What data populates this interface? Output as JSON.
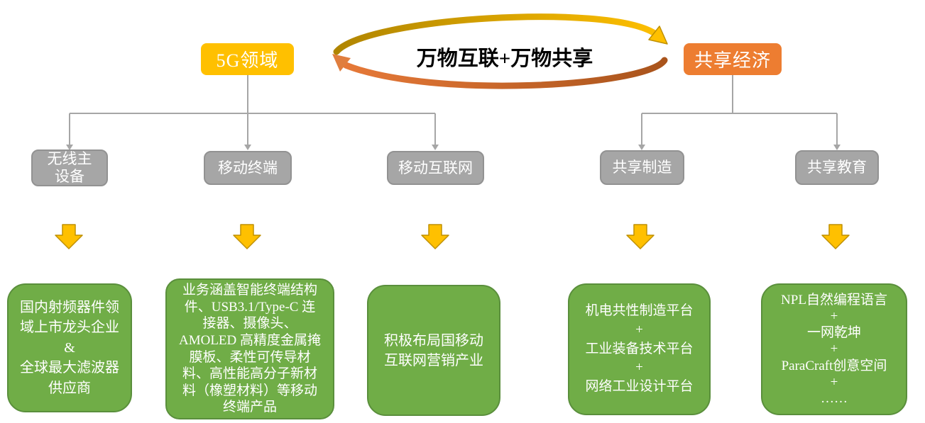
{
  "cycle": {
    "title": "万物互联+万物共享"
  },
  "colors": {
    "gold": "#FFC000",
    "gold_dark": "#BF9000",
    "orange": "#ED7D31",
    "orange_dark": "#A9541C",
    "gray": "#A6A6A6",
    "green": "#70AD47",
    "green_border": "#5A8F3C"
  },
  "branches": [
    {
      "root": "5G领域",
      "children": [
        {
          "label": "无线主\n设备",
          "detail": "国内射频器件领域上市龙头企业\n&\n全球最大滤波器供应商"
        },
        {
          "label": "移动终端",
          "detail": "业务涵盖智能终端结构件、USB3.1/Type-C 连接器、摄像头、AMOLED 高精度金属掩膜板、柔性可传导材料、高性能高分子新材料（橡塑材料）等移动终端产品"
        },
        {
          "label": "移动互联网",
          "detail": "积极布局国移动互联网营销产业"
        }
      ]
    },
    {
      "root": "共享经济",
      "children": [
        {
          "label": "共享制造",
          "detail": "机电共性制造平台\n+\n工业装备技术平台\n+\n网络工业设计平台"
        },
        {
          "label": "共享教育",
          "detail": "NPL自然编程语言\n+\n一网乾坤\n+\nParaCraft创意空间\n+\n……"
        }
      ]
    }
  ]
}
